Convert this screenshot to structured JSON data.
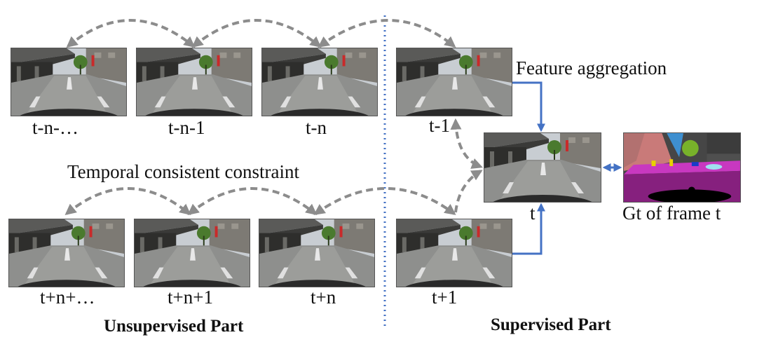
{
  "frames_top": [
    "t-n-…",
    "t-n-1",
    "t-n",
    "t-1"
  ],
  "frames_bottom": [
    "t+n+…",
    "t+n+1",
    "t+n",
    "t+1"
  ],
  "center_frame": "t",
  "gt_label": "Gt of frame t",
  "feature_aggregation": "Feature aggregation",
  "temporal_constraint": "Temporal consistent constraint",
  "unsupervised_label": "Unsupervised Part",
  "supervised_label": "Supervised Part",
  "colors": {
    "dashed_arrow": "#8c8c8c",
    "solid_arrow": "#4472c4",
    "divider": "#4472c4"
  }
}
